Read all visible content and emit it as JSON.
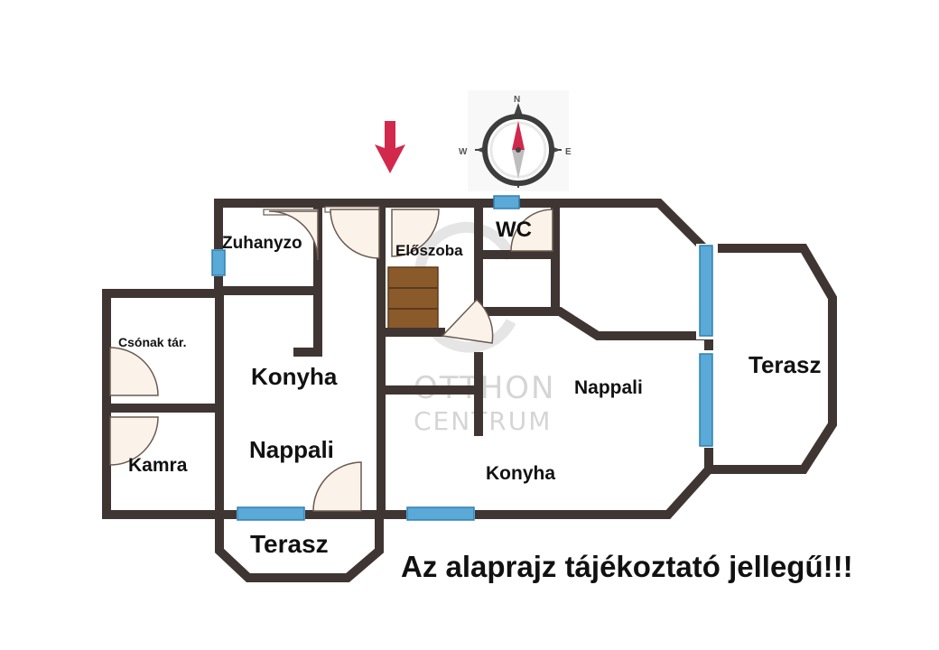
{
  "rooms": {
    "zuhanyzo": "Zuhanyzo",
    "eloszoba": "Előszoba",
    "wc": "WC",
    "csonak": "Csónak tár.",
    "kamra": "Kamra",
    "konyha_left": "Konyha",
    "nappali_left": "Nappali",
    "terasz_bottom": "Terasz",
    "nappali_right": "Nappali",
    "konyha_right": "Konyha",
    "terasz_right": "Terasz"
  },
  "disclaimer": "Az alaprajz tájékoztató jellegű!!!",
  "watermark": {
    "logo": "OC",
    "line1": "OTTHON",
    "line2": "CENTRUM"
  },
  "compass": {
    "n": "N",
    "e": "E",
    "w": "W"
  },
  "colors": {
    "wall": "#3f3532",
    "window": "#5aa9d6",
    "entrance_arrow": "#d2284b",
    "stairs": "#8a5a2b"
  },
  "icons": {
    "entrance": "down-arrow-icon",
    "compass": "compass-icon"
  }
}
